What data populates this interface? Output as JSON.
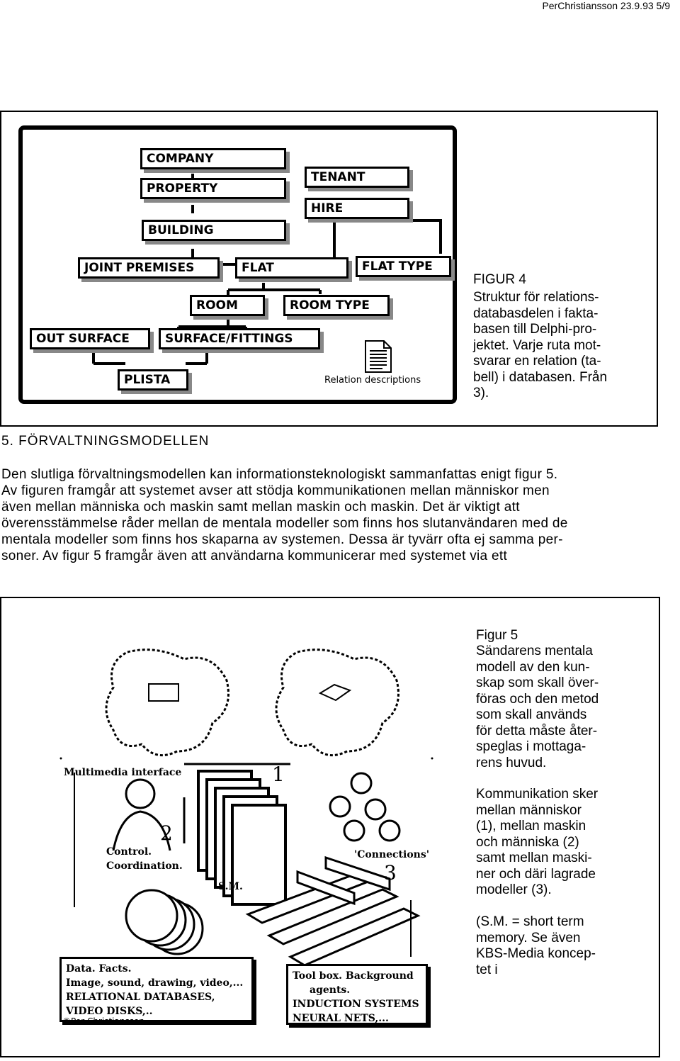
{
  "header": {
    "running_head": "PerChristiansson  23.9.93  5/9"
  },
  "figure4": {
    "boxes": {
      "company": "COMPANY",
      "property": "PROPERTY",
      "building": "BUILDING",
      "tenant": "TENANT",
      "hire": "HIRE",
      "joint_premises": "JOINT PREMISES",
      "flat": "FLAT",
      "flat_type": "FLAT TYPE",
      "room": "ROOM",
      "room_type": "ROOM TYPE",
      "out_surface": "OUT SURFACE",
      "surface_fittings": "SURFACE/FITTINGS",
      "plista": "PLISTA"
    },
    "doc_icon_label": "Relation descriptions",
    "caption_title": "FIGUR  4",
    "caption_lines": [
      "Struktur  för  relations-",
      "databasdelen  i  fakta-",
      "basen  till  Delphi-pro-",
      "jektet.  Varje  ruta  mot-",
      "svarar  en  relation  (ta-",
      "bell)  i  databasen.  Från",
      "3)."
    ]
  },
  "section": {
    "title": "5.  FÖRVALTNINGSMODELLEN",
    "lines": [
      "Den slutliga förvaltningsmodellen kan informationsteknologiskt sammanfattas enigt figur 5.",
      "Av figuren framgår att systemet avser att stödja kommunikationen mellan människor men",
      "även mellan människa och maskin samt mellan maskin   och maskin. Det är viktigt att",
      "överensstämmelse råder mellan de mentala modeller som finns hos slutanvändaren med de",
      "mentala modeller som finns hos skaparna av systemen. Dessa är tyvärr ofta ej samma per-",
      "soner. Av figur 5 framgår även att användarna kommunicerar med systemet via ett"
    ]
  },
  "figure5": {
    "labels": {
      "multimedia": "Multimedia interface",
      "control": "Control.",
      "coordination": "Coordination.",
      "sm": "S.M.",
      "connections": "'Connections'",
      "num1": "1",
      "num2": "2",
      "num3": "3"
    },
    "data_box": [
      "Data. Facts.",
      "Image, sound, drawing, video,...",
      "RELATIONAL DATABASES,",
      "VIDEO DISKS,.."
    ],
    "copyright": "©Per Christiansson",
    "tool_box": [
      "Tool box. Background",
      "agents.",
      "INDUCTION SYSTEMS",
      "NEURAL NETS,..."
    ],
    "caption_title": "Figur  5",
    "caption_p1": [
      "Sändarens  mentala",
      "modell av den kun-",
      "skap som skall över-",
      "föras och den metod",
      "som skall används",
      "för detta måste åter-",
      "speglas i mottaga-",
      "rens  huvud."
    ],
    "caption_p2": [
      "Kommunikation   sker",
      "mellan  människor",
      "(1),  mellan  maskin",
      "och  människa  (2)",
      "samt  mellan  maski-",
      "ner  och  däri  lagrade",
      "modeller (3)."
    ],
    "caption_p3": [
      "(S.M.  =  short  term",
      "memory.  Se  även",
      "KBS-Media  koncep-",
      "tet  i"
    ]
  }
}
